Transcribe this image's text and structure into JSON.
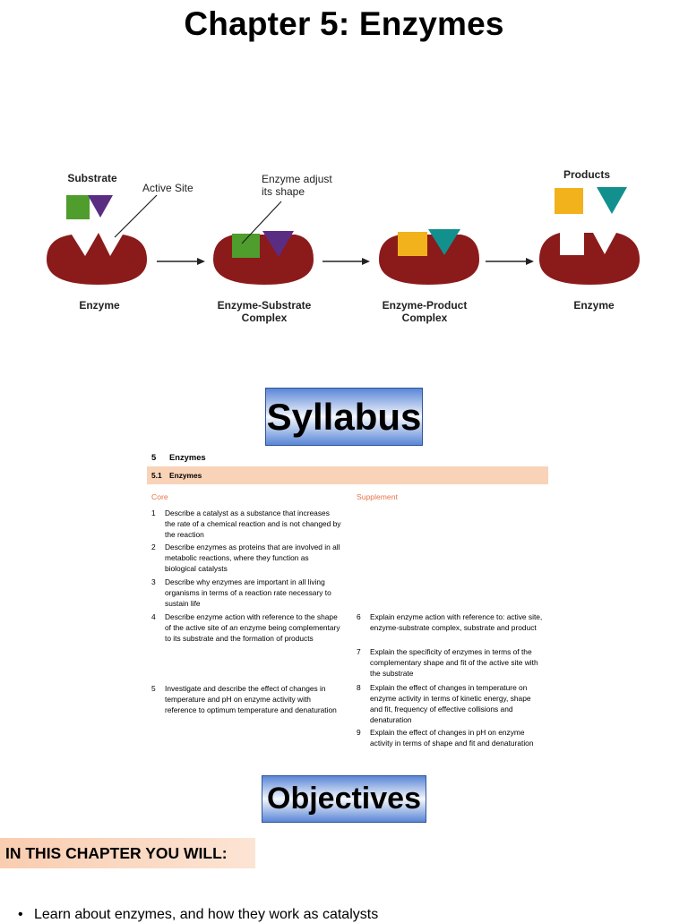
{
  "title": "Chapter 5: Enzymes",
  "diagram": {
    "labels": {
      "substrate": "Substrate",
      "active_site": "Active Site",
      "enzyme_adjust_line1": "Enzyme adjust",
      "enzyme_adjust_line2": "its shape",
      "products": "Products",
      "enzyme_left": "Enzyme",
      "es_complex_line1": "Enzyme-Substrate",
      "es_complex_line2": "Complex",
      "ep_complex_line1": "Enzyme-Product",
      "ep_complex_line2": "Complex",
      "enzyme_right": "Enzyme"
    },
    "colors": {
      "enzyme": "#8b1a1a",
      "green": "#4e9d2d",
      "purple": "#5a2d82",
      "yellow": "#f2b21b",
      "teal": "#12908e",
      "arrow": "#222222"
    }
  },
  "syllabus_banner": "Syllabus",
  "syllabus": {
    "section_number": "5",
    "section_title": "Enzymes",
    "subsection_number": "5.1",
    "subsection_title": "Enzymes",
    "core_heading": "Core",
    "supplement_heading": "Supplement",
    "core_items": [
      {
        "num": "1",
        "text": "Describe a catalyst as a substance that increases the rate of a chemical reaction and is not changed by the reaction"
      },
      {
        "num": "2",
        "text": "Describe enzymes as proteins that are involved in all metabolic reactions, where they function as biological catalysts"
      },
      {
        "num": "3",
        "text": "Describe why enzymes are important in all living organisms in terms of a reaction rate necessary to sustain life"
      },
      {
        "num": "4",
        "text": "Describe enzyme action with reference to the shape of the active site of an enzyme being complementary to its substrate and the formation of products"
      },
      {
        "num": "5",
        "text": "Investigate and describe the effect of changes in temperature and pH on enzyme activity with reference to optimum temperature and denaturation"
      }
    ],
    "supplement_items": [
      {
        "num": "6",
        "text": "Explain enzyme action with reference to: active site, enzyme-substrate complex, substrate and product"
      },
      {
        "num": "7",
        "text": "Explain the specificity of enzymes in terms of the complementary shape and fit of the active site with the substrate"
      },
      {
        "num": "8",
        "text": "Explain the effect of changes in temperature on enzyme activity in terms of kinetic energy, shape and fit, frequency of effective collisions and denaturation"
      },
      {
        "num": "9",
        "text": "Explain the effect of changes in pH on enzyme activity in terms of shape and fit and denaturation"
      }
    ]
  },
  "objectives_banner": "Objectives",
  "chapter_box": "IN THIS CHAPTER YOU WILL:",
  "bullets": [
    "Learn about enzymes, and how they work as catalysts"
  ]
}
